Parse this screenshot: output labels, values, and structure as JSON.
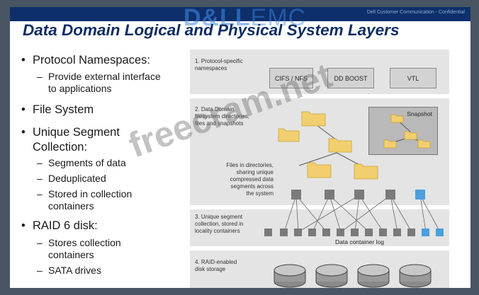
{
  "header": {
    "logo_bold": "D&LL",
    "logo_thin": "EMC",
    "corner_text": "Dell Customer Communication - Confidential"
  },
  "title": "Data Domain Logical and Physical System Layers",
  "bullets": [
    {
      "text": "Protocol Namespaces:",
      "subs": [
        "Provide external interface",
        "to applications"
      ]
    },
    {
      "text": "File System",
      "subs": []
    },
    {
      "text": "Unique Segment",
      "cont": "Collection:",
      "subs": [
        "Segments of data",
        "Deduplicated",
        "Stored in collection",
        "containers"
      ]
    },
    {
      "text": "RAID 6 disk:",
      "subs": [
        "Stores collection",
        "containers",
        "SATA drives"
      ]
    }
  ],
  "layers": {
    "protocol": {
      "label": "1. Protocol-specific namespaces",
      "line1": "1. Protocol-specific",
      "line2": "namespaces",
      "boxes": [
        "CIFS / NFS",
        "DD BOOST",
        "VTL"
      ]
    },
    "filesystem": {
      "line1": "2. Data Domain",
      "line2": "filesystem directories,",
      "line3": "files and snapshots",
      "snapshot": "Snapshot",
      "files_note": [
        "Files in directories,",
        "sharing unique",
        "compressed data",
        "segments across",
        "the system"
      ]
    },
    "segments": {
      "line1": "3. Unique segment",
      "line2": "collection, stored in",
      "line3": "locality containers",
      "container_log": "Data container log"
    },
    "raid": {
      "line1": "4. RAID-enabled",
      "line2": "disk storage"
    }
  },
  "watermark": "freecram.net",
  "colors": {
    "title": "#0f2d63",
    "panel": "#e4e4e4",
    "folder": "#f2cf6e",
    "segment": "#7a7a7a",
    "segment_highlight": "#4a9fdd"
  }
}
